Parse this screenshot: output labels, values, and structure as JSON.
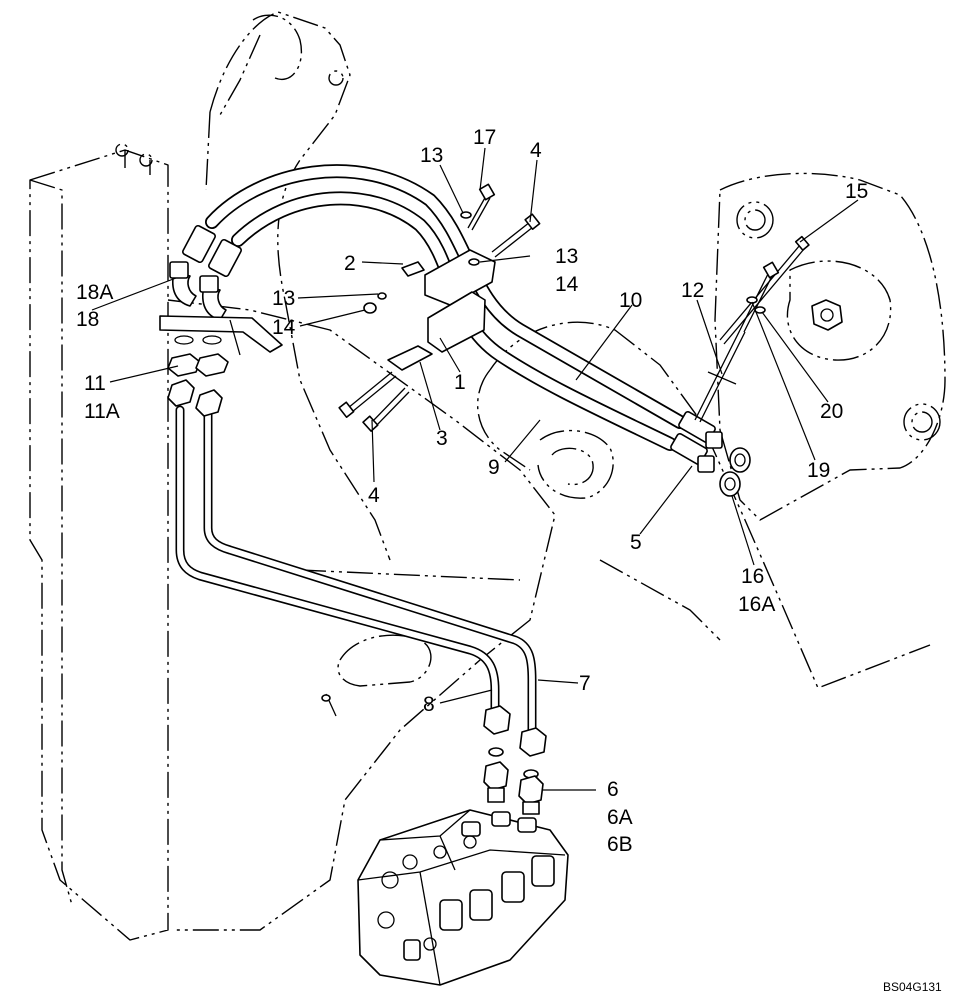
{
  "callouts": [
    {
      "id": "c17",
      "text": "17"
    },
    {
      "id": "c13a",
      "text": "13"
    },
    {
      "id": "c4a",
      "text": "4"
    },
    {
      "id": "c15",
      "text": "15"
    },
    {
      "id": "c2",
      "text": "2"
    },
    {
      "id": "c13b",
      "text": "13"
    },
    {
      "id": "c14b",
      "text": "14"
    },
    {
      "id": "c18a",
      "text": "18A"
    },
    {
      "id": "c18",
      "text": "18"
    },
    {
      "id": "c13c",
      "text": "13"
    },
    {
      "id": "c14a",
      "text": "14"
    },
    {
      "id": "c10",
      "text": "10"
    },
    {
      "id": "c12",
      "text": "12"
    },
    {
      "id": "c1",
      "text": "1"
    },
    {
      "id": "c11",
      "text": "11"
    },
    {
      "id": "c11a",
      "text": "11A"
    },
    {
      "id": "c3",
      "text": "3"
    },
    {
      "id": "c20",
      "text": "20"
    },
    {
      "id": "c9",
      "text": "9"
    },
    {
      "id": "c19",
      "text": "19"
    },
    {
      "id": "c4b",
      "text": "4"
    },
    {
      "id": "c5",
      "text": "5"
    },
    {
      "id": "c16",
      "text": "16"
    },
    {
      "id": "c16a",
      "text": "16A"
    },
    {
      "id": "c7",
      "text": "7"
    },
    {
      "id": "c8",
      "text": "8"
    },
    {
      "id": "c6",
      "text": "6"
    },
    {
      "id": "c6a",
      "text": "6A"
    },
    {
      "id": "c6b",
      "text": "6B"
    }
  ],
  "figure_code": "BS04G131"
}
